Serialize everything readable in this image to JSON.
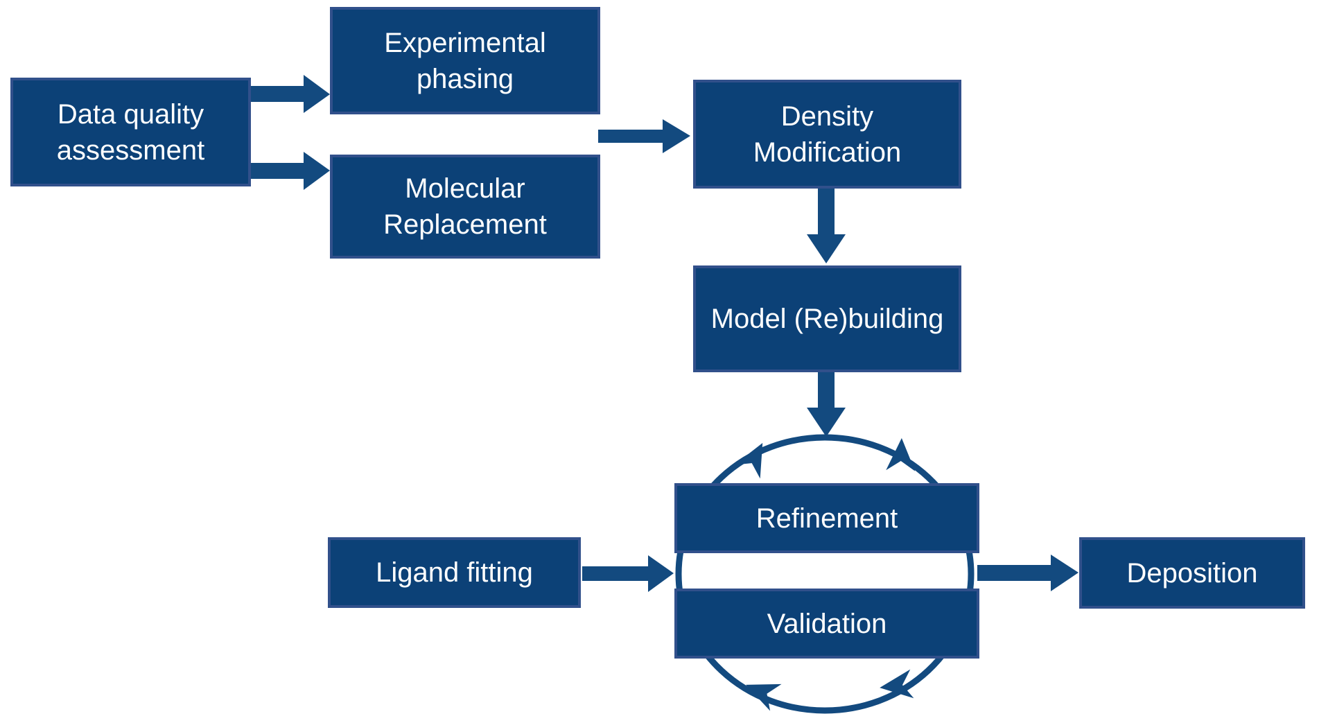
{
  "diagram": {
    "description": "Crystallographic structure solution workflow flowchart",
    "colors": {
      "background": "#ffffff",
      "box_fill": "#0c4177",
      "box_border": "#31508b",
      "arrow": "#134a7f",
      "text": "#ffffff"
    },
    "boxes": [
      {
        "name": "data-quality-assessment",
        "label": "Data quality assessment"
      },
      {
        "name": "experimental-phasing",
        "label": "Experimental phasing"
      },
      {
        "name": "molecular-replacement",
        "label": "Molecular Replacement"
      },
      {
        "name": "density-modification",
        "label": "Density Modification"
      },
      {
        "name": "model-rebuilding",
        "label": "Model (Re)building"
      },
      {
        "name": "refinement",
        "label": "Refinement"
      },
      {
        "name": "validation",
        "label": "Validation"
      },
      {
        "name": "ligand-fitting",
        "label": "Ligand fitting"
      },
      {
        "name": "deposition",
        "label": "Deposition"
      }
    ],
    "arrows": [
      {
        "from": "data-quality-assessment",
        "to": "experimental-phasing"
      },
      {
        "from": "data-quality-assessment",
        "to": "molecular-replacement"
      },
      {
        "from": "experimental-phasing / molecular-replacement",
        "to": "density-modification"
      },
      {
        "from": "density-modification",
        "to": "model-rebuilding"
      },
      {
        "from": "model-rebuilding",
        "to": "refinement-validation-cycle"
      },
      {
        "from": "ligand-fitting",
        "to": "refinement-validation-cycle"
      },
      {
        "from": "refinement-validation-cycle",
        "to": "deposition"
      }
    ],
    "cycle": {
      "between": [
        "refinement",
        "validation"
      ],
      "style": "circular arrows around both boxes"
    }
  }
}
